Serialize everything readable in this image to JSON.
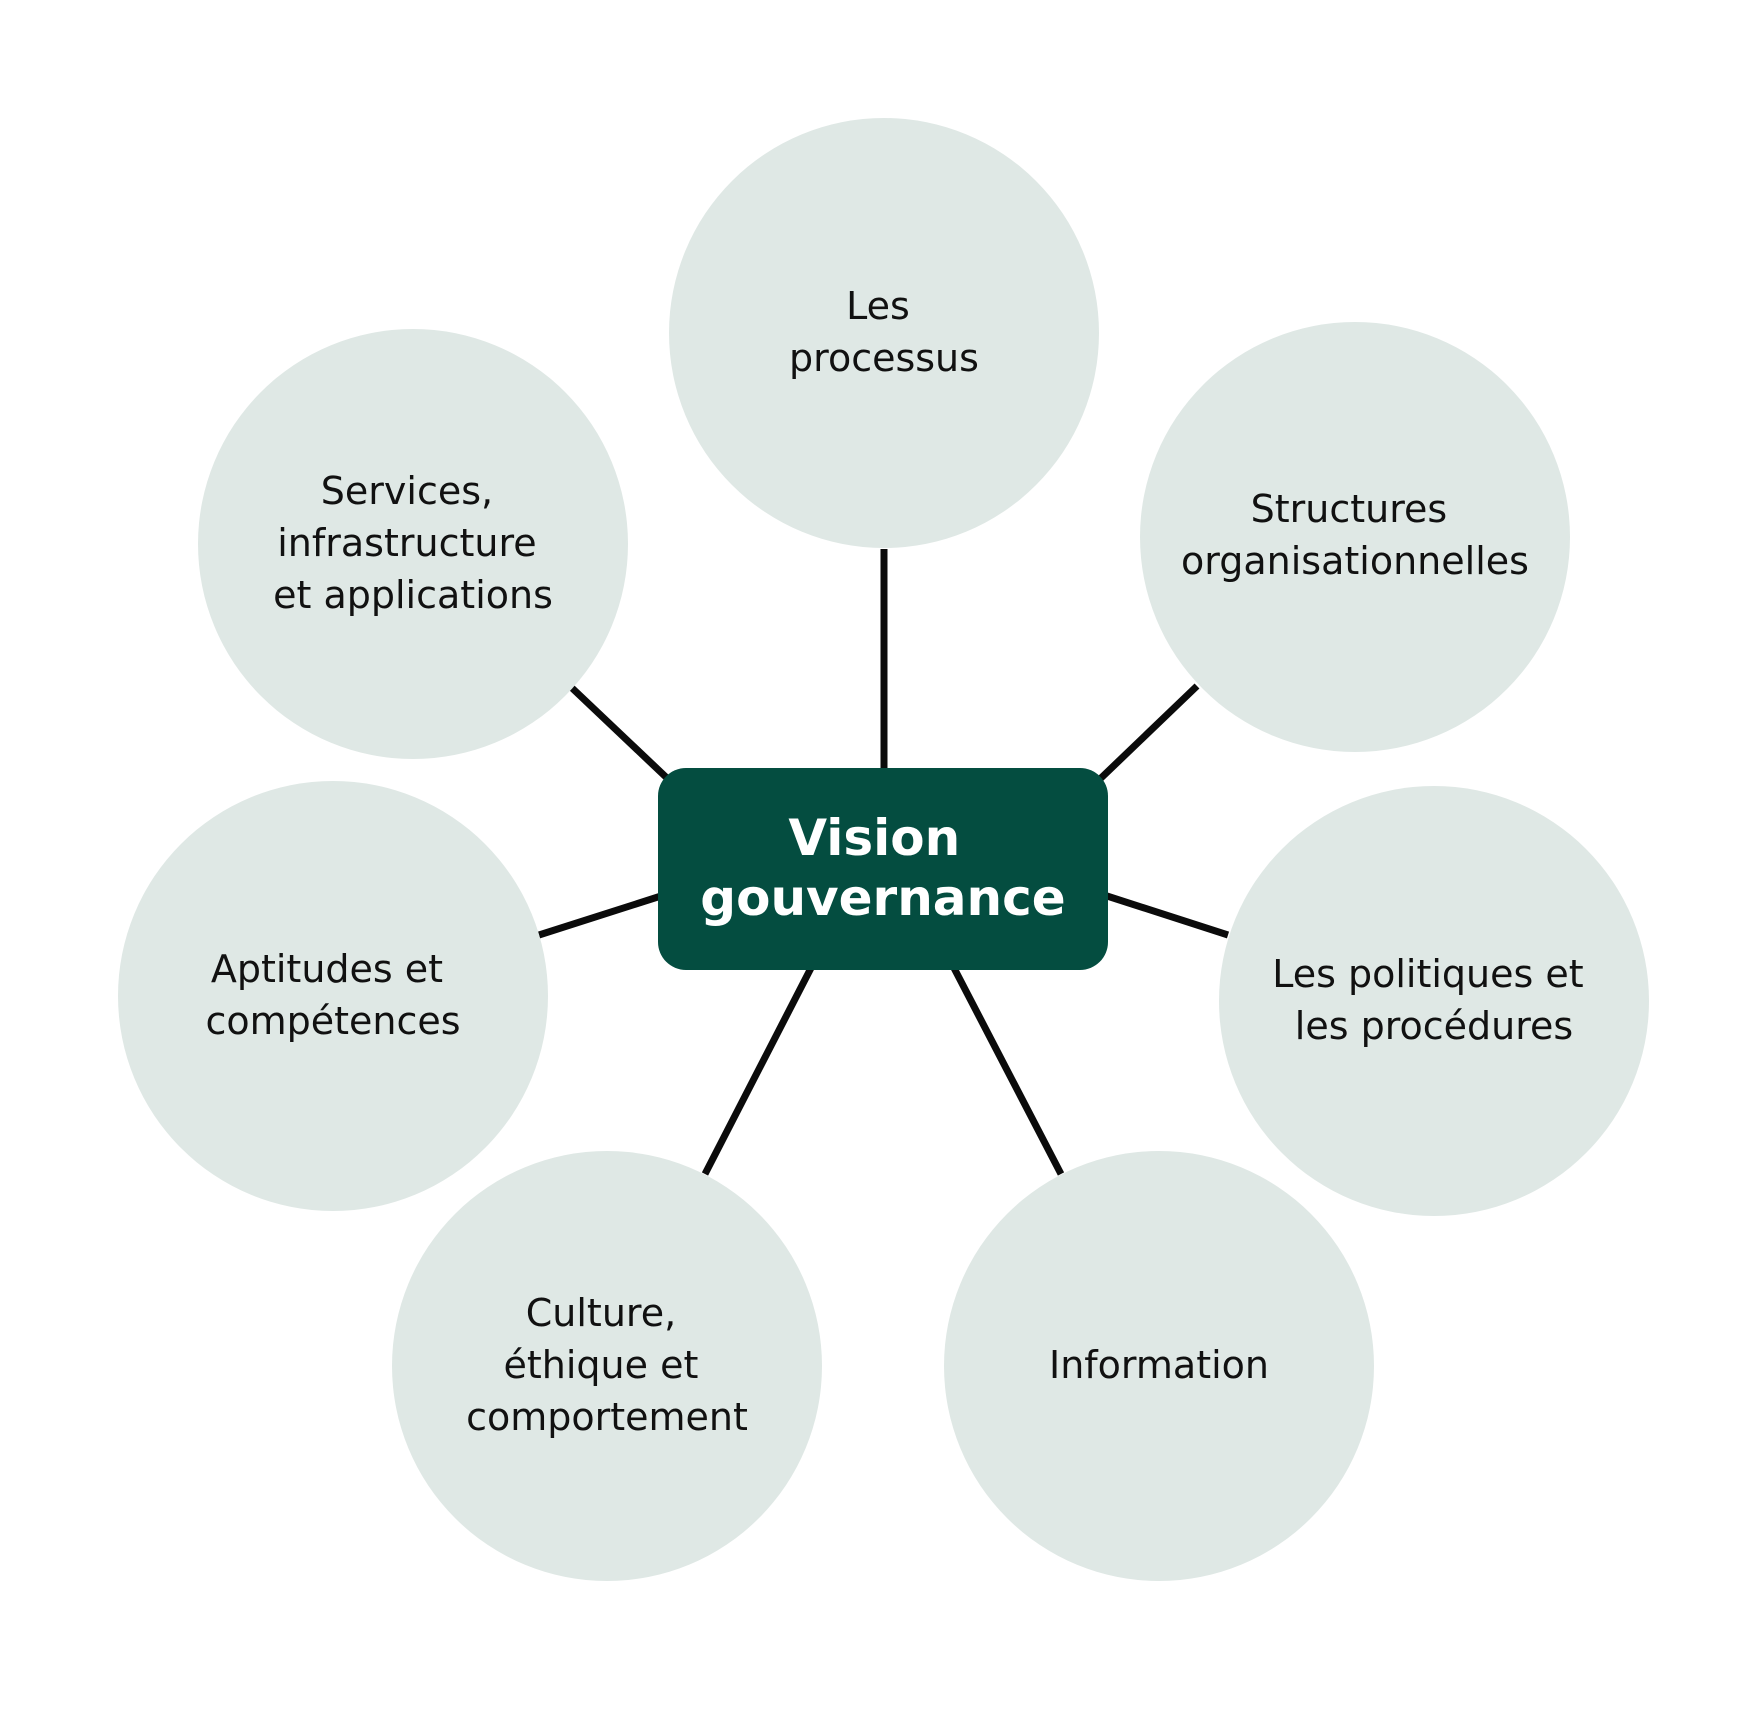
{
  "diagram": {
    "center": {
      "lines": [
        "Vision",
        "gouvernance"
      ],
      "color": "#044d40",
      "text_color": "#ffffff"
    },
    "node_color": "#dfe8e5",
    "connector_color": "#0b0b0b",
    "nodes": [
      {
        "id": "processus",
        "lines": [
          "Les",
          "processus"
        ]
      },
      {
        "id": "structures",
        "lines": [
          "Structures",
          "organisationnelles"
        ]
      },
      {
        "id": "politiques",
        "lines": [
          "Les politiques et",
          "les procédures"
        ]
      },
      {
        "id": "information",
        "lines": [
          "Information"
        ]
      },
      {
        "id": "culture",
        "lines": [
          "Culture,",
          "éthique et",
          "comportement"
        ]
      },
      {
        "id": "aptitudes",
        "lines": [
          "Aptitudes et",
          "compétences"
        ]
      },
      {
        "id": "services",
        "lines": [
          "Services,",
          "infrastructure",
          "et applications"
        ]
      }
    ]
  }
}
